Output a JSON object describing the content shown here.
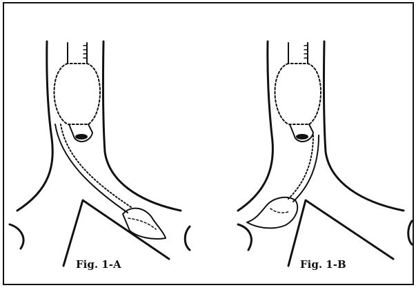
{
  "figure": {
    "panels": [
      {
        "id": "A",
        "caption": "Fig. 1-A"
      },
      {
        "id": "B",
        "caption": "Fig. 1-B"
      }
    ]
  },
  "colors": {
    "ink": "#111111",
    "background": "#ffffff"
  }
}
